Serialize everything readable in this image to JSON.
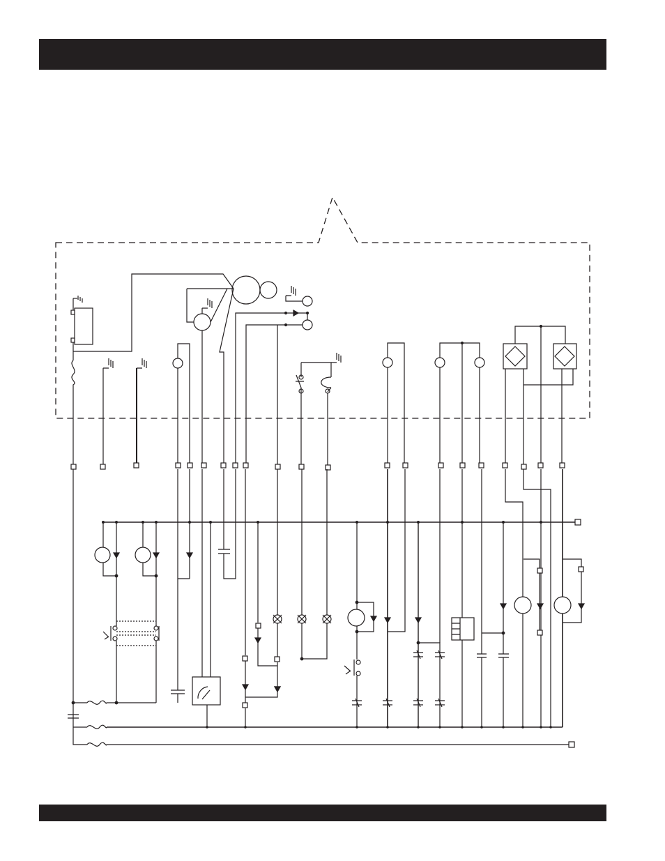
{
  "header": {
    "title": ""
  },
  "footer": {
    "text": ""
  },
  "diagram": {
    "line_color": "#231f20",
    "background": "#ffffff",
    "components": [
      "battery",
      "fuse",
      "ground-symbols",
      "starter-motor",
      "alternator",
      "regulator",
      "indicator-lamps",
      "key-switches",
      "sensors",
      "relays",
      "solenoids",
      "bridge-rectifiers",
      "diodes",
      "capacitors",
      "meter",
      "contacts",
      "connector-block",
      "terminal-connectors",
      "power-bus"
    ]
  }
}
